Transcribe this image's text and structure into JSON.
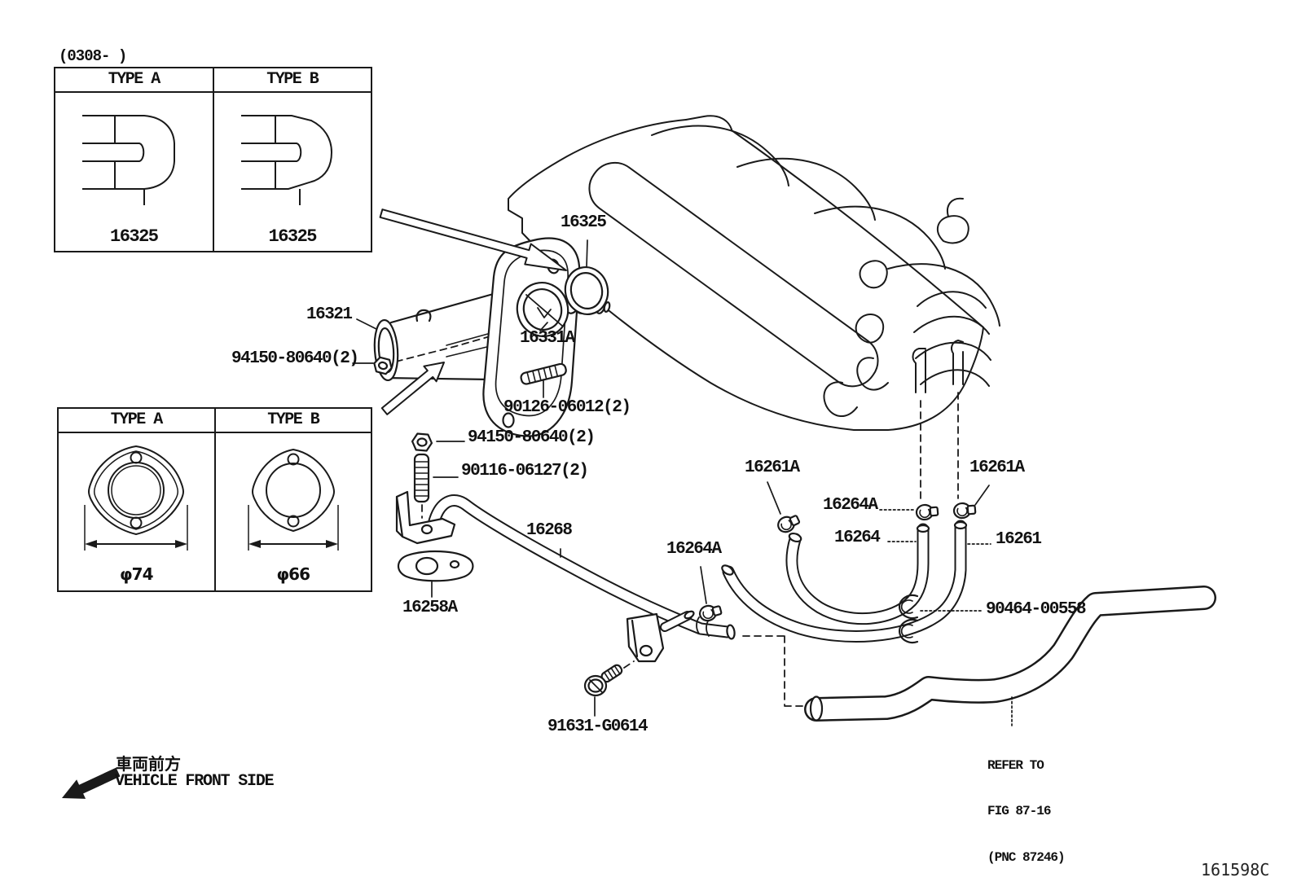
{
  "doc": {
    "revision_note": "(0308-      )",
    "drawing_code": "161598C"
  },
  "top_table": {
    "col_a": "TYPE A",
    "col_b": "TYPE B",
    "part_a": "16325",
    "part_b": "16325"
  },
  "bottom_table": {
    "col_a": "TYPE A",
    "col_b": "TYPE B",
    "dim_a": "φ74",
    "dim_b": "φ66"
  },
  "callouts": {
    "ring_16325": "16325",
    "inlet_16321": "16321",
    "thermostat_16331a": "16331A",
    "nut_94150_upper": "94150-80640(2)",
    "stud_90126": "90126-06012(2)",
    "nut_94150_lower": "94150-80640(2)",
    "stud_90116": "90116-06127(2)",
    "pipe_16268": "16268",
    "gasket_16258a": "16258A",
    "clamp_16264a_pipe": "16264A",
    "clamp_16264a_hose": "16264A",
    "clamp_16261a_left": "16261A",
    "clamp_16261a_right": "16261A",
    "hose_16264": "16264",
    "hose_16261": "16261",
    "clamp_90464": "90464-00558",
    "bolt_91631": "91631-G0614"
  },
  "reference_note": {
    "line1": "REFER TO",
    "line2": "FIG 87-16",
    "line3": "(PNC 87246)"
  },
  "orientation": {
    "jp": "車両前方",
    "en": "VEHICLE FRONT SIDE"
  }
}
